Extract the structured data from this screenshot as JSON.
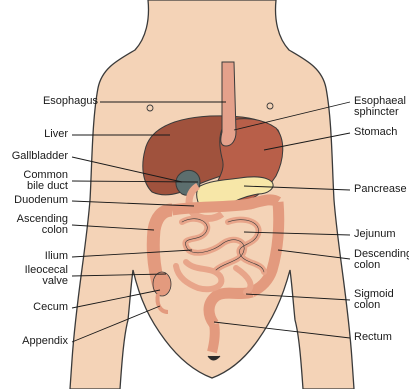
{
  "colors": {
    "skin": "#f4d3b7",
    "outline": "#3a3a3a",
    "liver": "#a0523d",
    "stomach": "#b85f49",
    "esophagus": "#e4a18b",
    "gallbladder": "#5c6e6e",
    "pancreas": "#f7e7a8",
    "small_intestine": "#e8a58a",
    "large_intestine": "#e39a7e",
    "leader_line": "#1a1a1a"
  },
  "labels": {
    "esophagus": "Esophagus",
    "liver": "Liver",
    "gallbladder": "Gallbladder",
    "common_bile_duct_1": "Common",
    "common_bile_duct_2": "bile duct",
    "duodenum": "Duodenum",
    "ascending_colon_1": "Ascending",
    "ascending_colon_2": "colon",
    "ilium": "Ilium",
    "ileocecal_valve_1": "Ileocecal",
    "ileocecal_valve_2": "valve",
    "cecum": "Cecum",
    "appendix": "Appendix",
    "esophageal_sphincter_1": "Esophaeal",
    "esophageal_sphincter_2": "sphincter",
    "stomach": "Stomach",
    "pancreas": "Pancrease",
    "jejunum": "Jejunum",
    "descending_colon_1": "Descending",
    "descending_colon_2": "colon",
    "sigmoid_colon_1": "Sigmoid",
    "sigmoid_colon_2": "colon",
    "rectum": "Rectum"
  }
}
